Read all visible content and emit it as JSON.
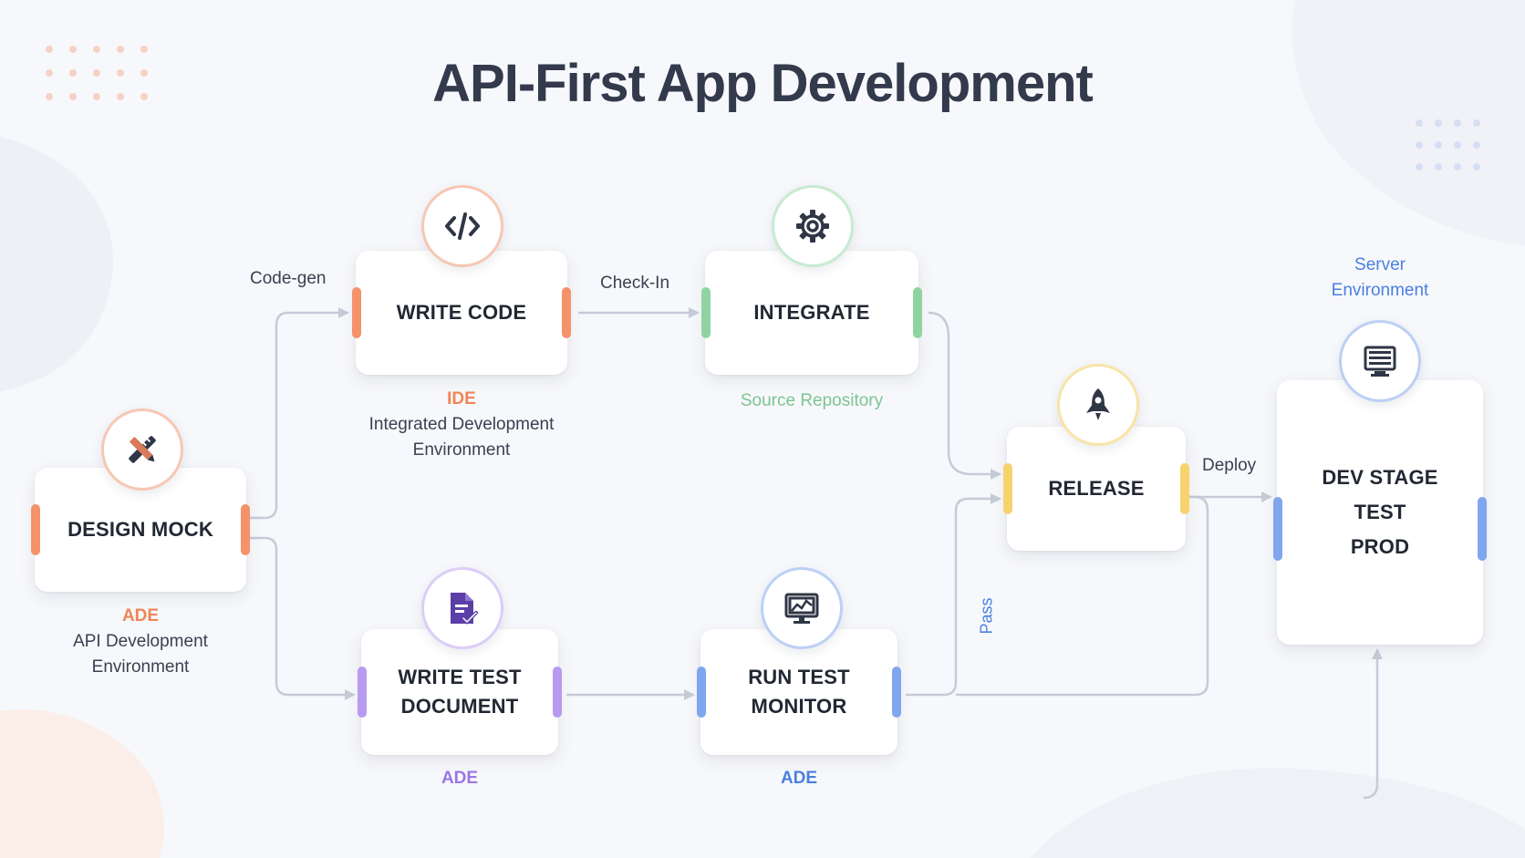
{
  "title": "API-First App Development",
  "colors": {
    "orange": "#f4926a",
    "green": "#8fd4a0",
    "yellow": "#f6d36c",
    "purple": "#b89af0",
    "blue": "#7fa6ee",
    "connector": "#c6cbd8",
    "server_label": "#4a7fe0"
  },
  "nodes": {
    "design_mock": {
      "label": [
        "DESIGN MOCK"
      ],
      "icon": "ruler-pencil-icon",
      "accent": "#f4926a"
    },
    "write_code": {
      "label": [
        "WRITE CODE"
      ],
      "icon": "code-icon",
      "accent": "#f4926a"
    },
    "integrate": {
      "label": [
        "INTEGRATE"
      ],
      "icon": "gear-icon",
      "accent": "#8fd4a0"
    },
    "release": {
      "label": [
        "RELEASE"
      ],
      "icon": "rocket-icon",
      "accent": "#f6d36c"
    },
    "dev_stage": {
      "label": [
        "DEV STAGE",
        "TEST",
        "PROD"
      ],
      "icon": "server-icon",
      "accent": "#7fa6ee"
    },
    "write_test": {
      "label": [
        "WRITE TEST",
        "DOCUMENT"
      ],
      "icon": "document-check-icon",
      "accent": "#b89af0"
    },
    "run_test": {
      "label": [
        "RUN TEST",
        "MONITOR"
      ],
      "icon": "monitor-chart-icon",
      "accent": "#7fa6ee"
    }
  },
  "annotations": {
    "design_mock": {
      "heading": "ADE",
      "lines": [
        "API Development",
        "Environment"
      ]
    },
    "write_code": {
      "heading": "IDE",
      "lines": [
        "Integrated Development",
        "Environment"
      ]
    },
    "integrate": {
      "heading": "Source Repository"
    },
    "write_test": {
      "heading": "ADE"
    },
    "run_test": {
      "heading": "ADE"
    },
    "server": {
      "heading": [
        "Server",
        "Environment"
      ]
    }
  },
  "edges": {
    "code_gen": "Code-gen",
    "check_in": "Check-In",
    "deploy": "Deploy",
    "pass": "Pass"
  }
}
